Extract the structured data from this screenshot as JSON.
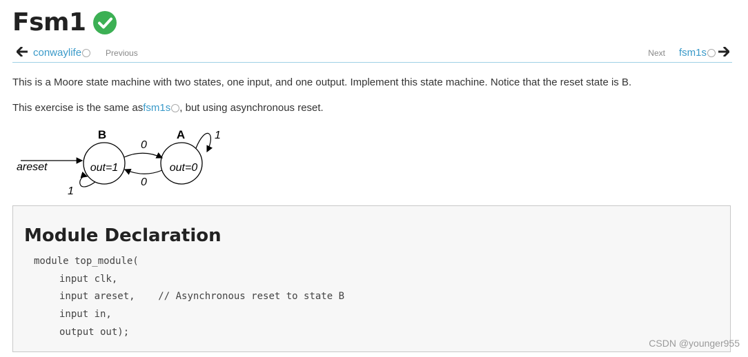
{
  "page": {
    "title": "Fsm1",
    "status_icon": "check-circle-icon",
    "status_color": "#3cb054"
  },
  "nav": {
    "prev_link": "conwaylife",
    "prev_hint": "Previous",
    "next_hint": "Next",
    "next_link": "fsm1s",
    "accent": "#3a9ac9"
  },
  "content": {
    "paragraph1": "This is a Moore state machine with two states, one input, and one output. Implement this state machine. Notice that the reset state is B.",
    "p2_before": "This exercise is the same as ",
    "p2_link": "fsm1s",
    "p2_after": ", but using asynchronous reset."
  },
  "diagram": {
    "state_b_name": "B",
    "state_b_output": "out=1",
    "state_a_name": "A",
    "state_a_output": "out=0",
    "reset_label": "areset",
    "b_self_loop": "1",
    "a_self_loop": "1",
    "b_to_a": "0",
    "a_to_b": "0"
  },
  "module": {
    "heading": "Module Declaration",
    "line1": "module top_module(",
    "line2": "input clk,",
    "line3a": "input areset,",
    "line3b": "// Asynchronous reset to state B",
    "line4": "input in,",
    "line5": "output out);"
  },
  "watermark": "CSDN @younger955"
}
